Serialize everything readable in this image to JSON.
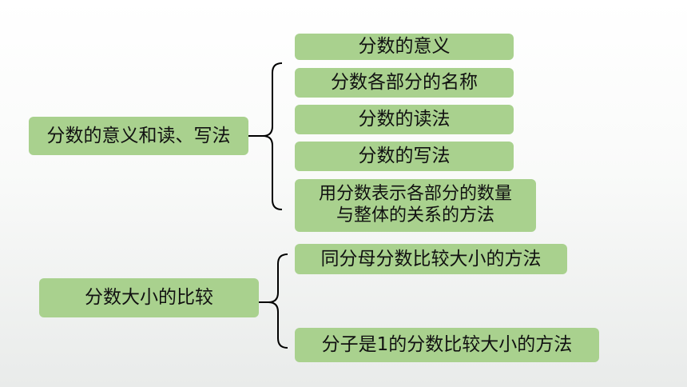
{
  "topics": [
    {
      "label": "分数的意义和读、写法",
      "items": [
        {
          "lines": [
            "分数的意义"
          ]
        },
        {
          "lines": [
            "分数各部分的名称"
          ]
        },
        {
          "lines": [
            "分数的读法"
          ]
        },
        {
          "lines": [
            "分数的写法"
          ]
        },
        {
          "lines": [
            "用分数表示各部分的数量",
            "与整体的关系的方法"
          ]
        }
      ]
    },
    {
      "label": "分数大小的比较",
      "items": [
        {
          "lines": [
            "同分母分数比较大小的方法"
          ]
        },
        {
          "lines": [
            "分子是1的分数比较大小的方法"
          ]
        }
      ]
    }
  ],
  "colors": {
    "box": "#a9d18e",
    "brace": "#000000"
  }
}
